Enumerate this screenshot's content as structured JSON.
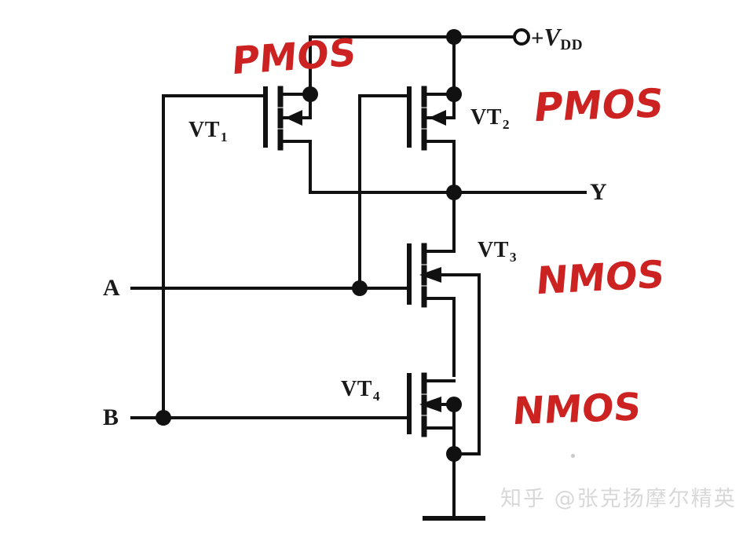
{
  "diagram": {
    "title": "CMOS NAND gate schematic with handwritten annotations",
    "supply_label_sign": "+",
    "supply_label_symbol": "V",
    "supply_label_subscript": "DD",
    "output_label": "Y",
    "input_a_label": "A",
    "input_b_label": "B",
    "devices": [
      {
        "id": "vt1",
        "name": "VT",
        "index": "1",
        "type": "PMOS"
      },
      {
        "id": "vt2",
        "name": "VT",
        "index": "2",
        "type": "PMOS"
      },
      {
        "id": "vt3",
        "name": "VT",
        "index": "3",
        "type": "NMOS"
      },
      {
        "id": "vt4",
        "name": "VT",
        "index": "4",
        "type": "NMOS"
      }
    ],
    "annotations": [
      {
        "id": "annot-pmos-vt1",
        "text": "PMOS",
        "color": "#cc2222"
      },
      {
        "id": "annot-pmos-vt2",
        "text": "PMOS",
        "color": "#cc2222"
      },
      {
        "id": "annot-nmos-vt3",
        "text": "NMOS",
        "color": "#cc2222"
      },
      {
        "id": "annot-nmos-vt4",
        "text": "NMOS",
        "color": "#cc2222"
      }
    ],
    "wire_color": "#111111",
    "watermark": "知乎 @张克扬摩尔精英"
  }
}
